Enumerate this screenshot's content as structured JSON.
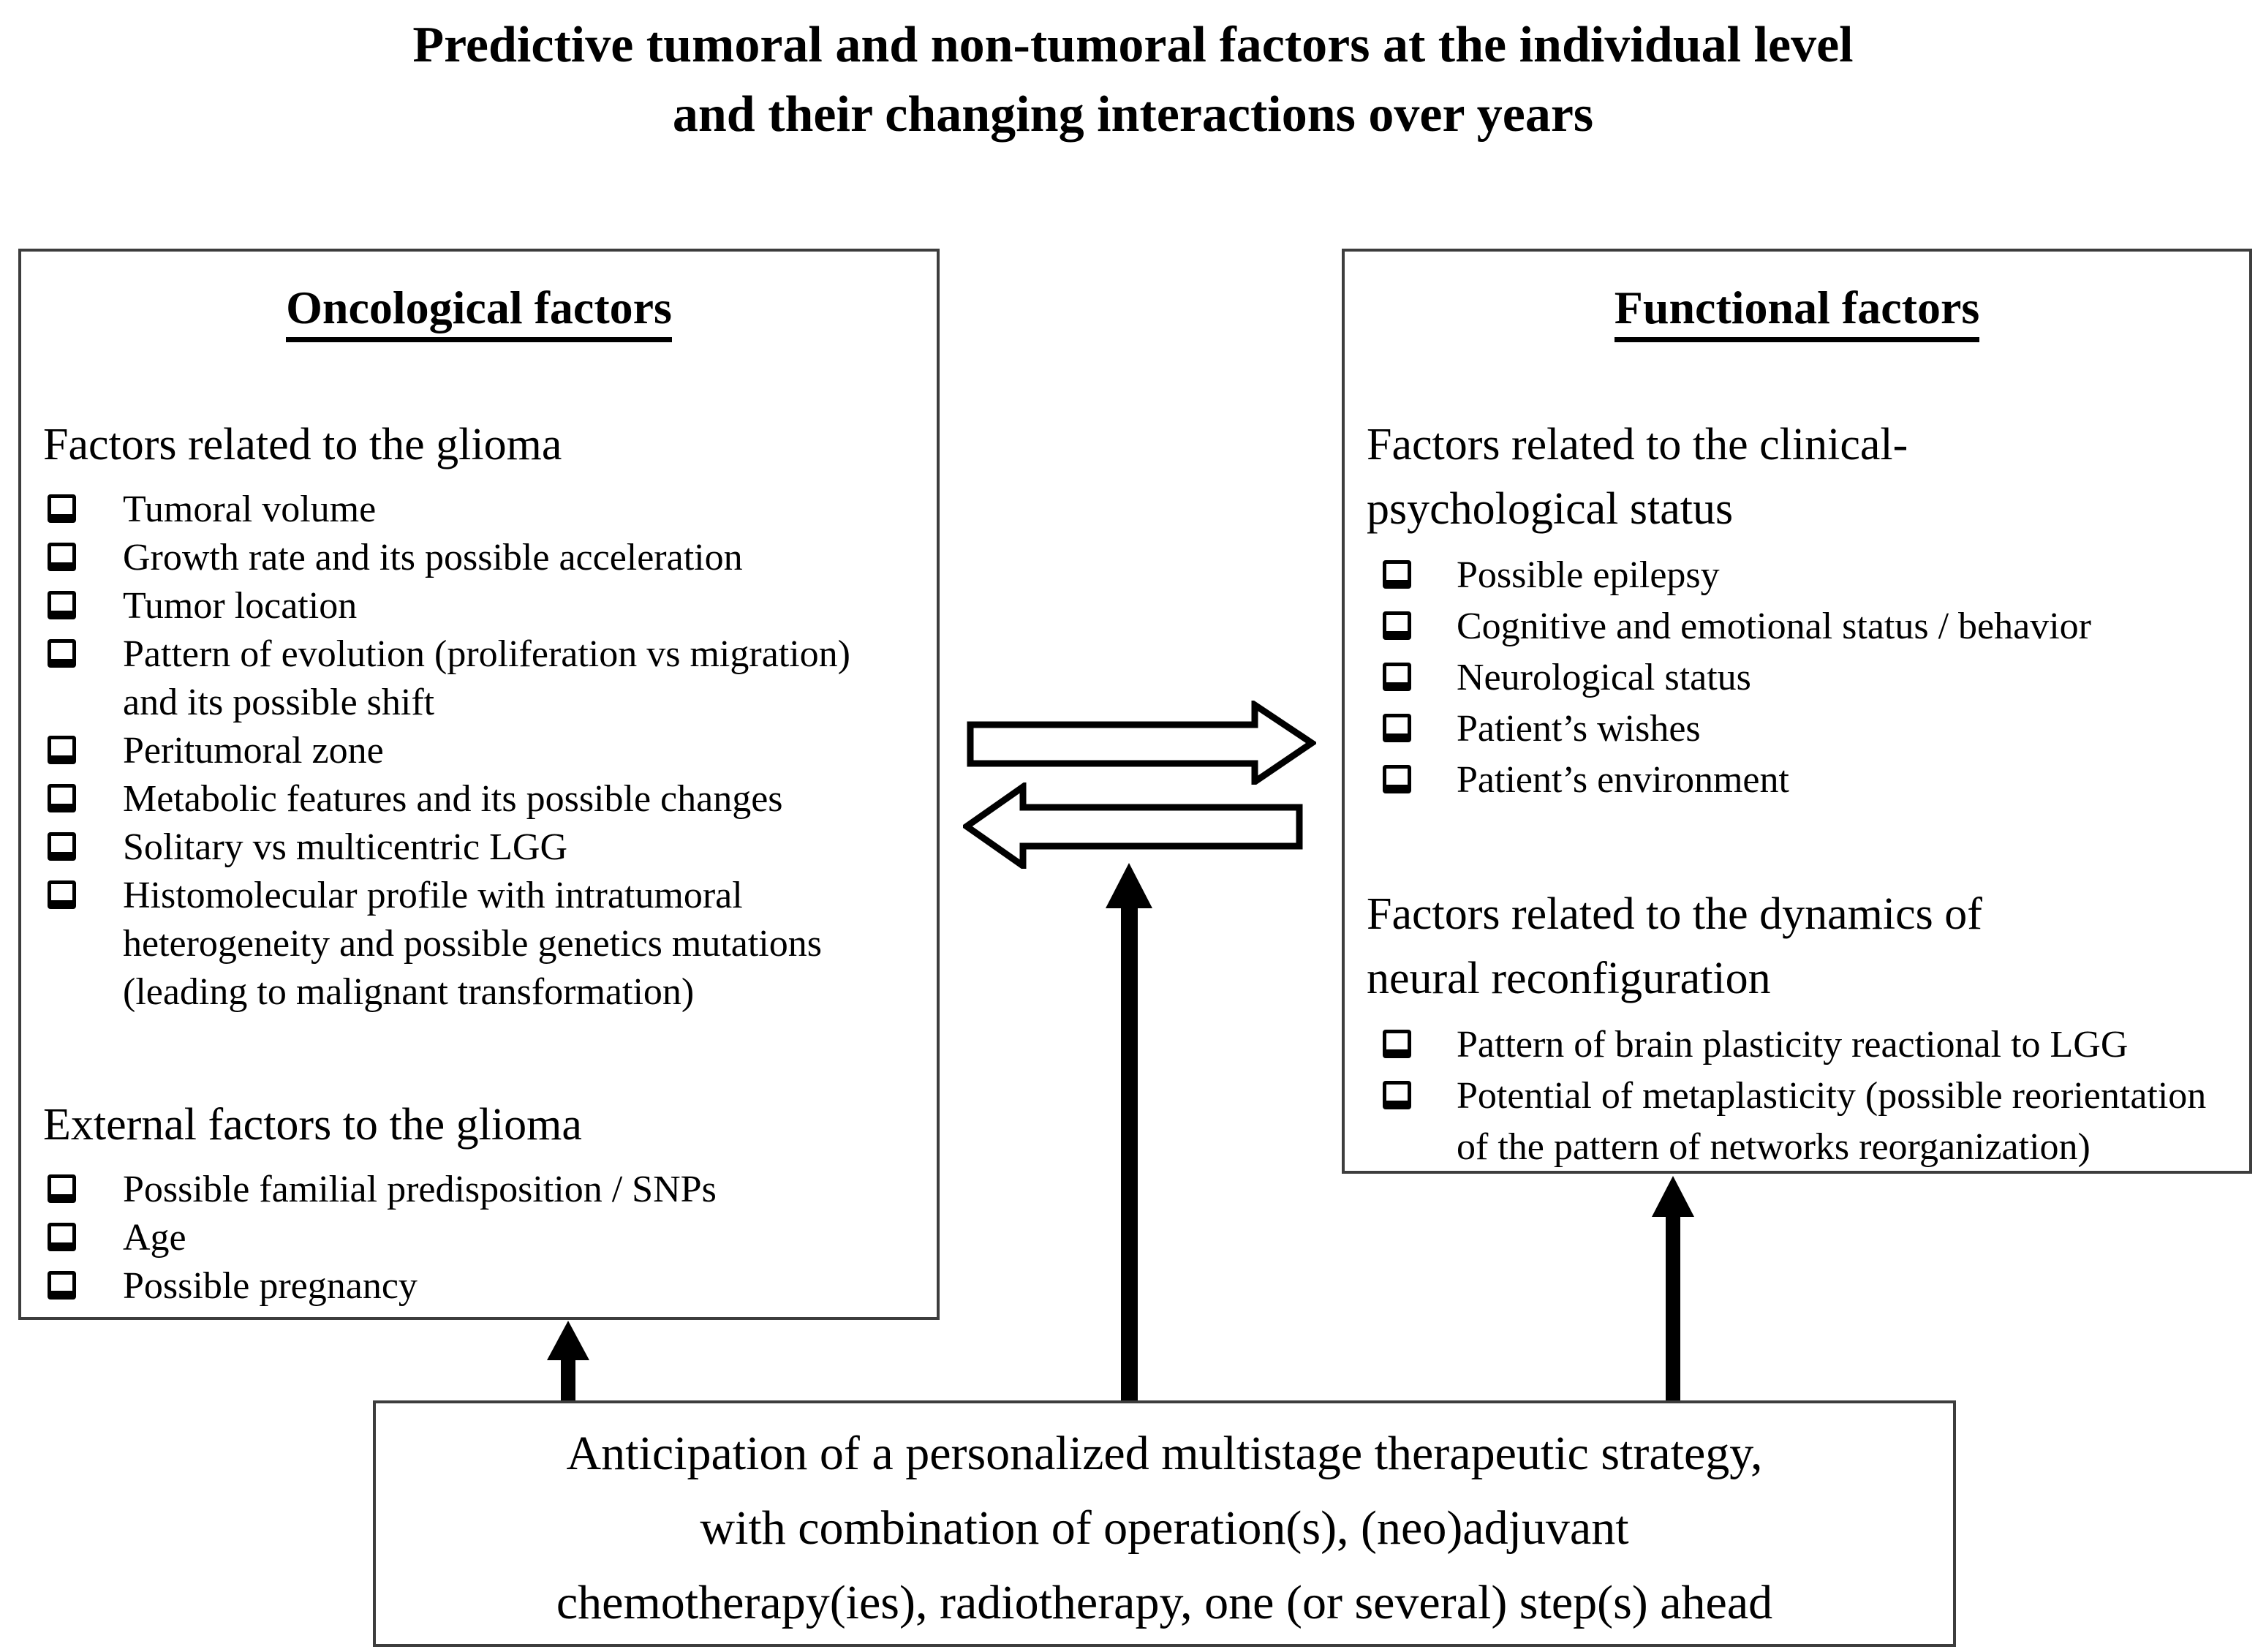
{
  "colors": {
    "background": "#ffffff",
    "text": "#000000",
    "box_border": "#3d3d3d"
  },
  "title": {
    "lines": [
      "Predictive tumoral and non-tumoral factors at the individual level",
      "and their changing interactions over years"
    ]
  },
  "left_box": {
    "heading": "Oncological factors",
    "sections": [
      {
        "heading_lines": [
          "Factors related to the glioma"
        ],
        "items": [
          {
            "lines": [
              "Tumoral volume"
            ]
          },
          {
            "lines": [
              "Growth rate and its possible acceleration"
            ]
          },
          {
            "lines": [
              "Tumor location"
            ]
          },
          {
            "lines": [
              "Pattern of evolution (proliferation vs migration)",
              "and its possible shift"
            ]
          },
          {
            "lines": [
              "Peritumoral zone"
            ]
          },
          {
            "lines": [
              "Metabolic features and its possible changes"
            ]
          },
          {
            "lines": [
              "Solitary vs multicentric LGG"
            ]
          },
          {
            "lines": [
              "Histomolecular profile with intratumoral",
              "heterogeneity and possible genetics mutations",
              "(leading to malignant transformation)"
            ]
          }
        ]
      },
      {
        "heading_lines": [
          "External factors to the glioma"
        ],
        "items": [
          {
            "lines": [
              "Possible familial predisposition / SNPs"
            ]
          },
          {
            "lines": [
              "Age"
            ]
          },
          {
            "lines": [
              "Possible pregnancy"
            ]
          }
        ]
      }
    ]
  },
  "right_box": {
    "heading": "Functional factors",
    "sections": [
      {
        "heading_lines": [
          "Factors related to the clinical-",
          "psychological status"
        ],
        "items": [
          {
            "lines": [
              "Possible epilepsy"
            ]
          },
          {
            "lines": [
              "Cognitive and emotional status / behavior"
            ]
          },
          {
            "lines": [
              "Neurological status"
            ]
          },
          {
            "lines": [
              "Patient’s wishes"
            ]
          },
          {
            "lines": [
              "Patient’s environment"
            ]
          }
        ]
      },
      {
        "heading_lines": [
          "Factors related to the dynamics of",
          "neural reconfiguration"
        ],
        "items": [
          {
            "lines": [
              "Pattern of brain plasticity reactional to LGG"
            ]
          },
          {
            "lines": [
              "Potential of metaplasticity (possible reorientation",
              "of the pattern of networks reorganization)"
            ]
          }
        ]
      }
    ]
  },
  "bottom_box": {
    "lines": [
      "Anticipation of a personalized multistage therapeutic strategy,",
      "with combination of operation(s), (neo)adjuvant",
      "chemotherapy(ies), radiotherapy, one (or several) step(s) ahead"
    ]
  }
}
